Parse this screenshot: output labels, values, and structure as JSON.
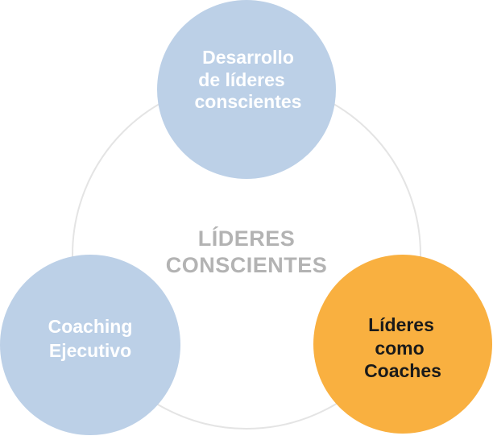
{
  "center": {
    "lines": [
      "LÍDERES",
      "CONSCIENTES"
    ]
  },
  "nodes": [
    {
      "id": "desarrollo",
      "lines": [
        "Desarrollo",
        "de líderes",
        "conscientes"
      ]
    },
    {
      "id": "coaching",
      "lines": [
        "Coaching",
        "Ejecutivo"
      ]
    },
    {
      "id": "lideres-coaches",
      "lines": [
        "Líderes",
        "como",
        "Coaches"
      ]
    }
  ],
  "colors": {
    "ring": "#e4e4e4",
    "node_blue": "#bcd0e7",
    "node_orange": "#f9b040",
    "text_white": "#ffffff",
    "text_dark": "#1a1a1a",
    "center_text": "#b3b3b3"
  }
}
